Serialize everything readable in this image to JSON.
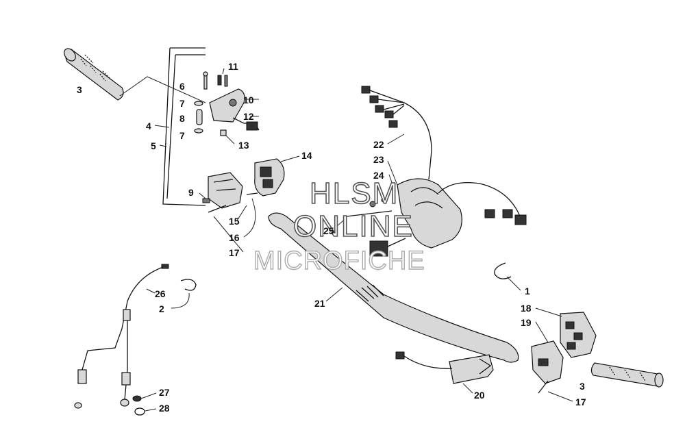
{
  "watermark": {
    "line1": "HLSM",
    "line2": "ONLINE",
    "line3": "MICROFICHE"
  },
  "callouts": {
    "c1": "1",
    "c2": "2",
    "c3a": "3",
    "c3b": "3",
    "c4": "4",
    "c5": "5",
    "c6": "6",
    "c7a": "7",
    "c7b": "7",
    "c8": "8",
    "c9": "9",
    "c10": "10",
    "c11": "11",
    "c12": "12",
    "c13": "13",
    "c14": "14",
    "c15": "15",
    "c16": "16",
    "c17a": "17",
    "c17b": "17",
    "c18": "18",
    "c19": "19",
    "c20": "20",
    "c21": "21",
    "c22": "22",
    "c23": "23",
    "c24": "24",
    "c25": "25",
    "c26": "26",
    "c27": "27",
    "c28": "28"
  }
}
